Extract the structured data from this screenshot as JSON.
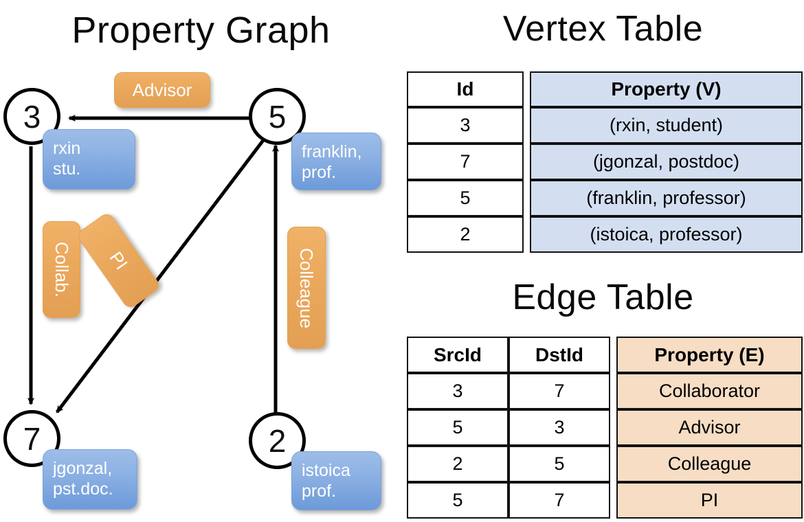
{
  "titles": {
    "property_graph": "Property Graph",
    "vertex_table": "Vertex Table",
    "edge_table": "Edge Table"
  },
  "graph": {
    "nodes": [
      {
        "id": "3",
        "property": "rxin\nstu.",
        "label_line1": "rxin",
        "label_line2": "stu."
      },
      {
        "id": "5",
        "property": "franklin, prof.",
        "label_line1": "franklin,",
        "label_line2": "prof."
      },
      {
        "id": "7",
        "property": "jgonzal, pst.doc.",
        "label_line1": "jgonzal,",
        "label_line2": "pst.doc."
      },
      {
        "id": "2",
        "property": "istoica prof.",
        "label_line1": "istoica",
        "label_line2": "prof."
      }
    ],
    "edge_labels": [
      {
        "name": "advisor",
        "text": "Advisor"
      },
      {
        "name": "collab",
        "text": "Collab."
      },
      {
        "name": "pi",
        "text": "PI"
      },
      {
        "name": "colleague",
        "text": "Colleague"
      }
    ],
    "edges": [
      {
        "src": "5",
        "dst": "3",
        "label": "Advisor"
      },
      {
        "src": "3",
        "dst": "7",
        "label": "Collab."
      },
      {
        "src": "5",
        "dst": "7",
        "label": "PI"
      },
      {
        "src": "2",
        "dst": "5",
        "label": "Colleague"
      }
    ]
  },
  "vertex_table": {
    "headers": [
      "Id",
      "Property (V)"
    ],
    "rows": [
      {
        "id": "3",
        "property": "(rxin, student)"
      },
      {
        "id": "7",
        "property": "(jgonzal, postdoc)"
      },
      {
        "id": "5",
        "property": "(franklin, professor)"
      },
      {
        "id": "2",
        "property": "(istoica, professor)"
      }
    ]
  },
  "edge_table": {
    "headers": [
      "SrcId",
      "DstId",
      "Property (E)"
    ],
    "rows": [
      {
        "src": "3",
        "dst": "7",
        "property": "Collaborator"
      },
      {
        "src": "5",
        "dst": "3",
        "property": "Advisor"
      },
      {
        "src": "2",
        "dst": "5",
        "property": "Colleague"
      },
      {
        "src": "5",
        "dst": "7",
        "property": "PI"
      }
    ]
  },
  "colors": {
    "vertex_property_fill": "#d3dff1",
    "edge_property_fill": "#f6ddc3",
    "node_badge_blue": "#8fb3e4",
    "edge_badge_orange": "#eaa85c",
    "stroke": "#000000",
    "background": "#ffffff"
  }
}
